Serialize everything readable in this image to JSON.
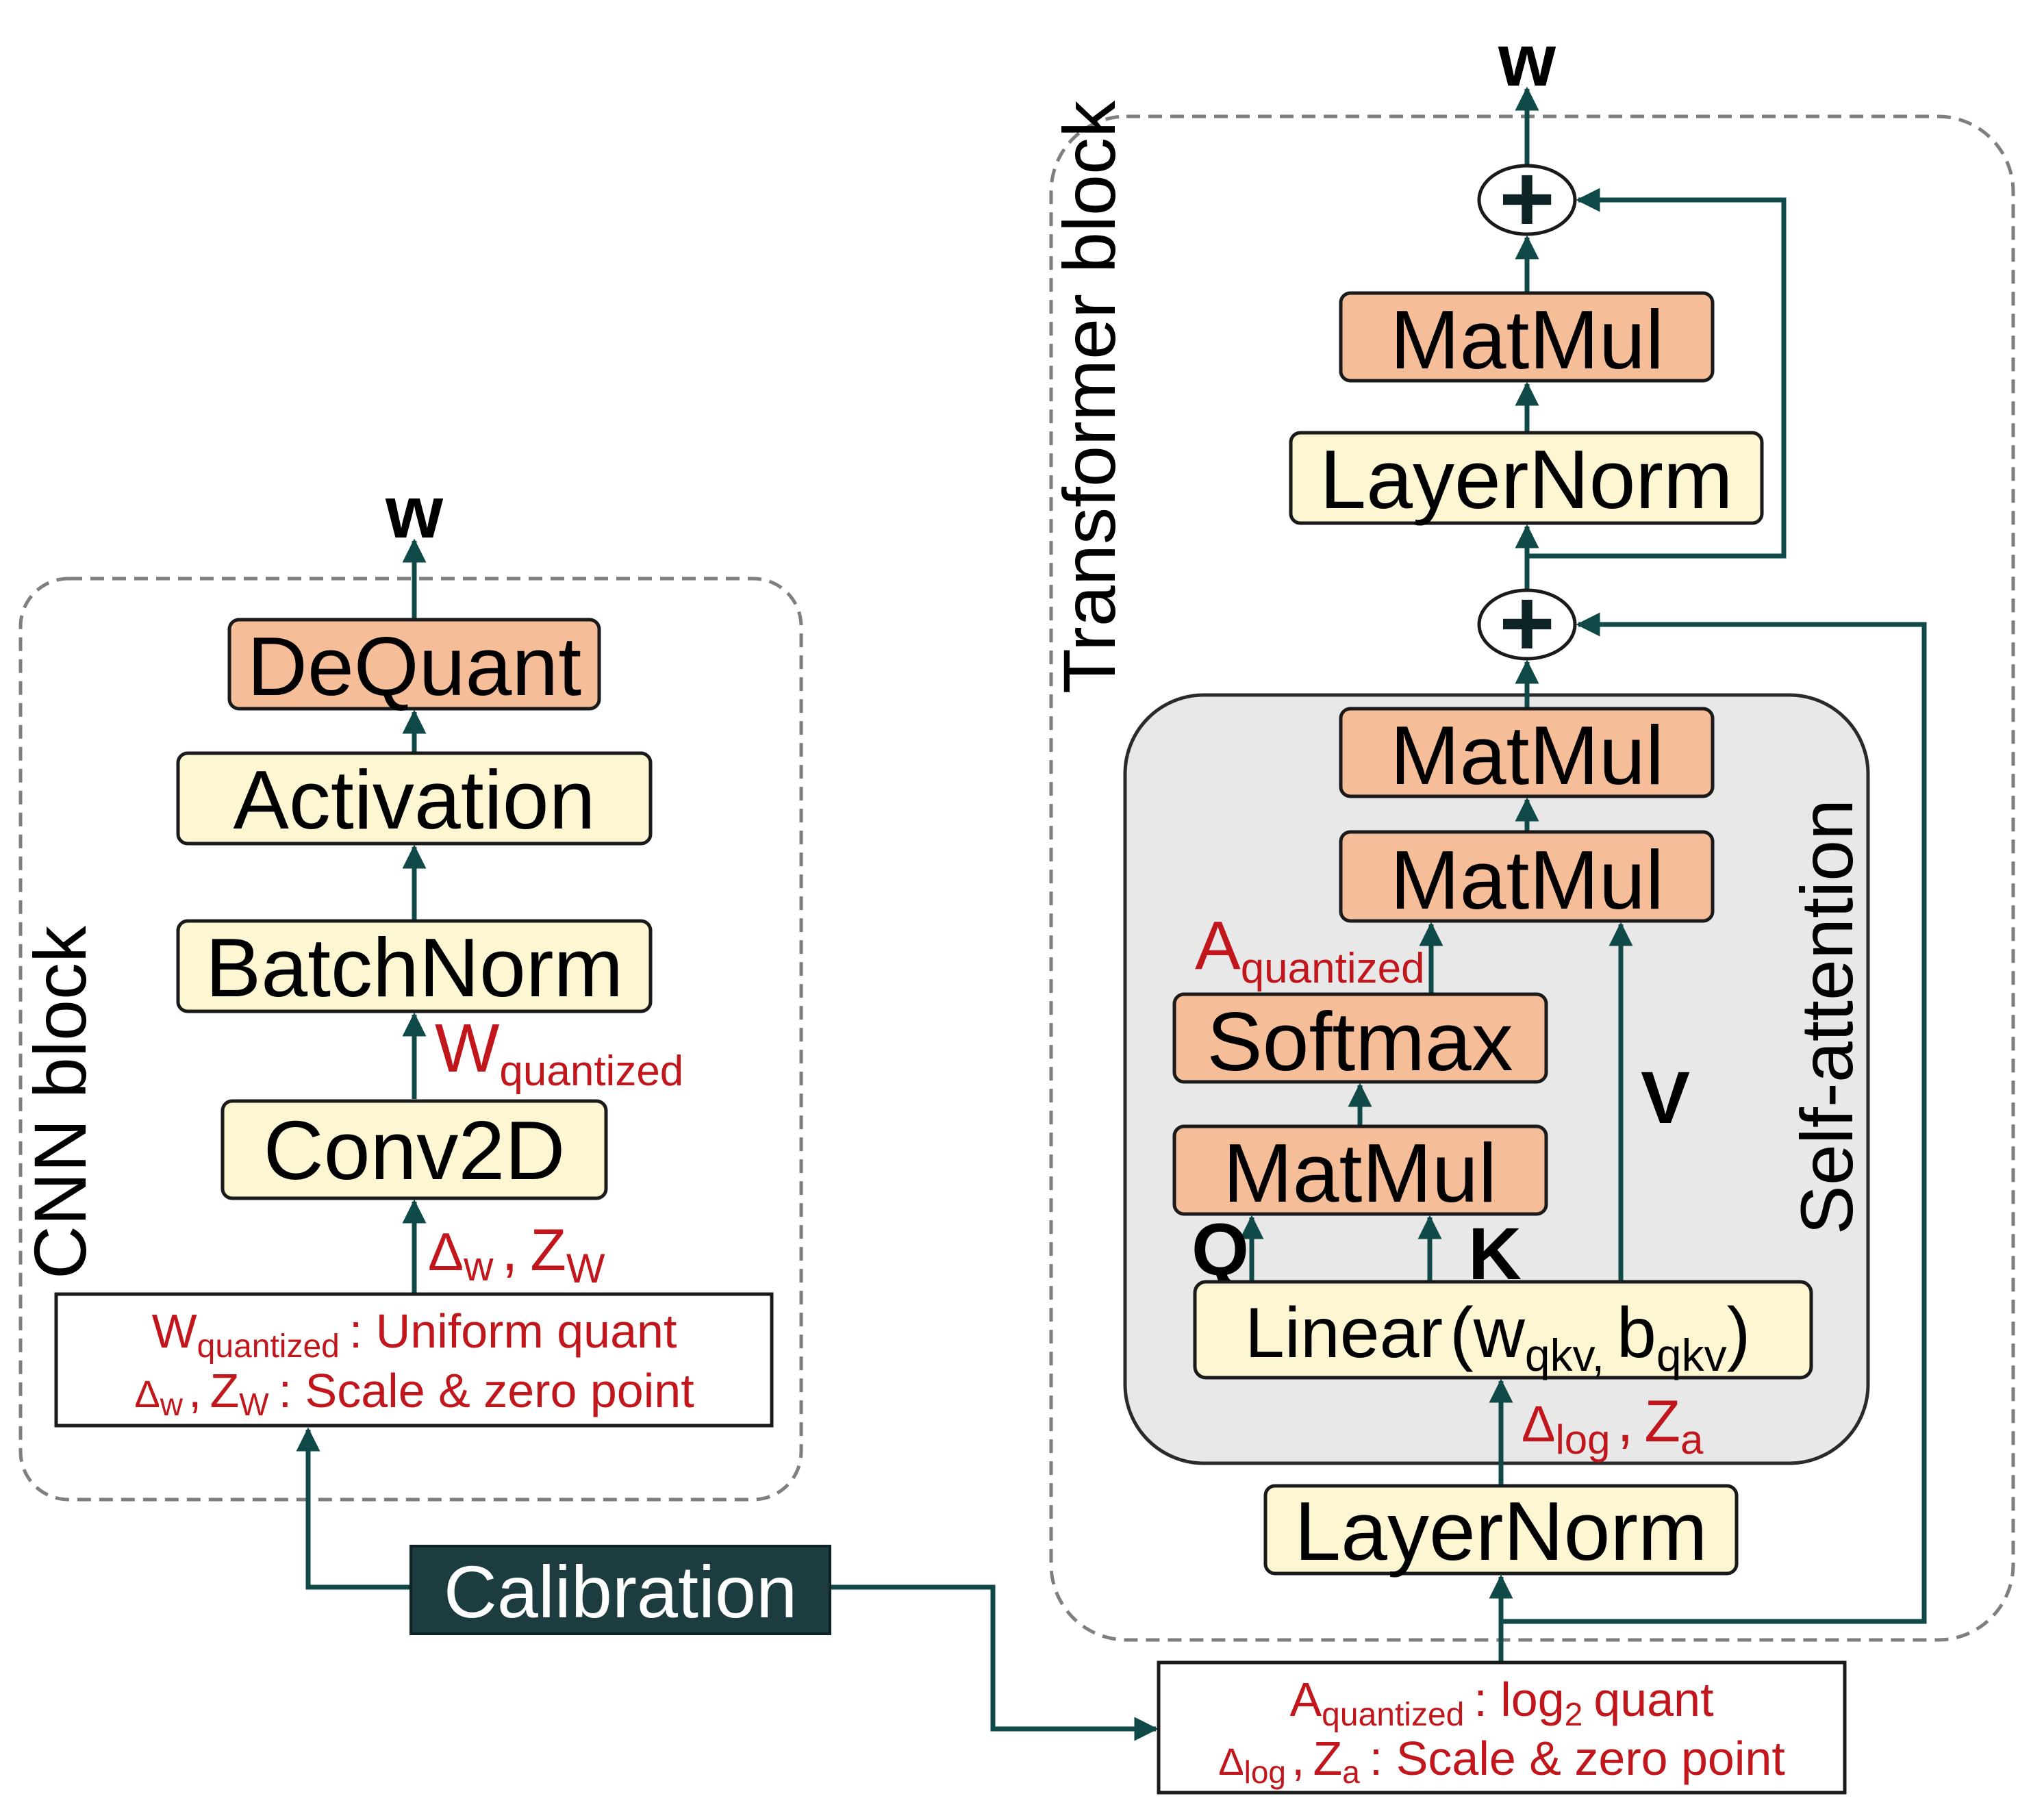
{
  "colors": {
    "wire": "#0f4a48",
    "dashed": "#7f7f7f",
    "yellow_fill": "#fdf6d3",
    "orange_fill": "#f5bd98",
    "self_attn_fill": "#e8e8e8",
    "calib_fill": "#1c3c40",
    "red_text": "#c0161c"
  },
  "output_label": "w",
  "cnn": {
    "block_label": "CNN block",
    "dequant": "DeQuant",
    "activation": "Activation",
    "batchnorm": "BatchNorm",
    "conv2d": "Conv2D",
    "w_quant_main": "W",
    "w_quant_sub": "quantized",
    "delta_sym": "Δ",
    "delta_sub": "w",
    "comma": ",",
    "z_main": "Z",
    "z_sub": "W",
    "info_line1_main": "W",
    "info_line1_sub": "quantized",
    "info_line1_rest": ": Uniform quant",
    "info_line2_delta": "Δ",
    "info_line2_delta_sub": "w",
    "info_line2_z": "Z",
    "info_line2_z_sub": "W",
    "info_line2_rest": ": Scale & zero point"
  },
  "calibration": "Calibration",
  "transformer": {
    "block_label": "Transformer block",
    "plus": "+",
    "matmul_top": "MatMul",
    "layernorm_top": "LayerNorm",
    "self_attention_label": "Self-attention",
    "matmul_attn_out": "MatMul",
    "matmul_av": "MatMul",
    "a_quant_main": "A",
    "a_quant_sub": "quantized",
    "softmax": "Softmax",
    "matmul_qk": "MatMul",
    "q_label": "Q",
    "k_label": "K",
    "v_label": "V",
    "linear_main": "Linear",
    "linear_paren_open": "(",
    "linear_w": "w",
    "linear_w_sub": "qkv,",
    "linear_b": "b",
    "linear_b_sub": "qkv",
    "linear_paren_close": ")",
    "delta_sym": "Δ",
    "delta_sub": "log",
    "comma": ",",
    "z_main": "Z",
    "z_sub": "a",
    "layernorm_bottom": "LayerNorm",
    "info_line1_main": "A",
    "info_line1_sub": "quantized",
    "info_line1_rest": ": log",
    "info_line1_sub2": "2",
    "info_line1_rest2": "quant",
    "info_line2_delta": "Δ",
    "info_line2_delta_sub": "log",
    "info_line2_z": "Z",
    "info_line2_z_sub": "a",
    "info_line2_rest": ": Scale & zero point"
  }
}
